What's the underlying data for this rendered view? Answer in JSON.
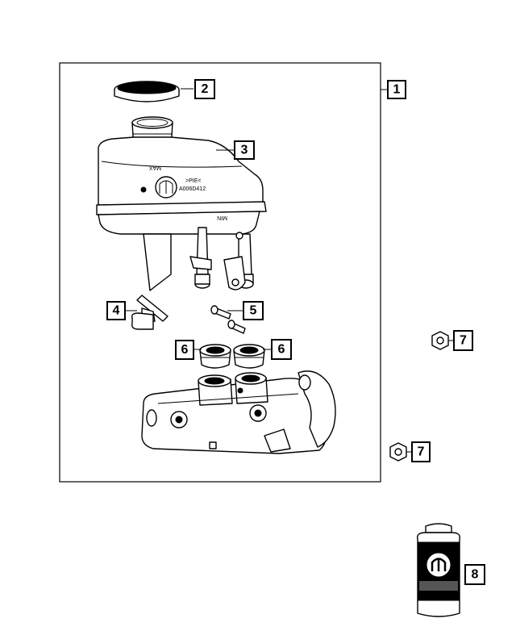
{
  "callouts": [
    {
      "id": "c1",
      "label": "1"
    },
    {
      "id": "c2",
      "label": "2"
    },
    {
      "id": "c3",
      "label": "3"
    },
    {
      "id": "c4",
      "label": "4"
    },
    {
      "id": "c5",
      "label": "5"
    },
    {
      "id": "c6a",
      "label": "6"
    },
    {
      "id": "c6b",
      "label": "6"
    },
    {
      "id": "c7a",
      "label": "7"
    },
    {
      "id": "c7b",
      "label": "7"
    },
    {
      "id": "c8",
      "label": "8"
    }
  ],
  "reservoir_markings": {
    "max_label": "MAX",
    "min_label": "MIN",
    "material_code": ">PIE<",
    "part_code": "A006D412"
  }
}
